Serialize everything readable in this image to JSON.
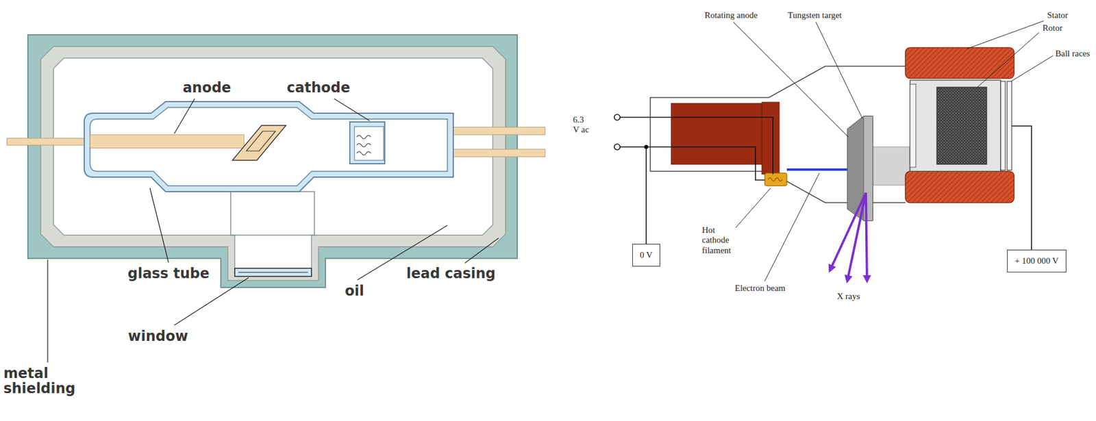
{
  "diagram": {
    "nodes": [
      {
        "text": [
          "0 V"
        ]
      },
      {
        "text": [
          "+ 100 000 V"
        ]
      }
    ],
    "labels": [
      "anode",
      "cathode",
      "glass tube",
      "oil",
      "lead casing",
      "window",
      "metal shielding",
      "Rotating anode",
      "Tungsten target",
      "Stator",
      "Rotor",
      "Ball races",
      "6.3 V ac",
      "Hot cathode filament",
      "Electron beam",
      "X rays"
    ]
  }
}
